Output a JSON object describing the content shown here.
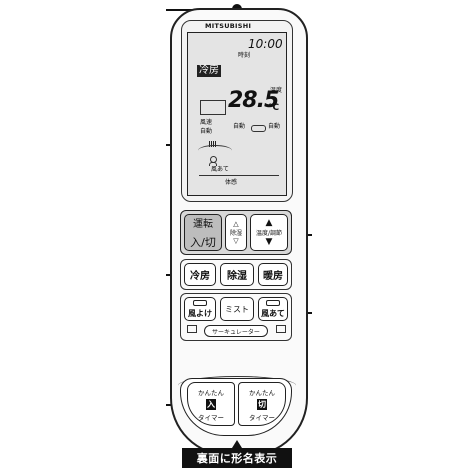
{
  "brand": "MITSUBISHI",
  "display": {
    "clock": "10:00",
    "clock_label": "時刻",
    "mode": "冷房",
    "temperature": "28.5",
    "temp_unit": "°C",
    "temp_label": "温度",
    "fan_speed_label": "風速",
    "auto_label": "自動",
    "auto_left": "自動",
    "auto_right": "自動",
    "airflow_label": "風あて",
    "sensation_label": "体感"
  },
  "buttons": {
    "run_top": "運転",
    "run_bottom": "入/切",
    "dehumid_small": "除湿",
    "temp_adjust": "温度/調節",
    "cool": "冷房",
    "dehumid": "除湿",
    "heat": "暖房",
    "wind_avoid": "風よけ",
    "mist": "ミスト",
    "wind_direct": "風あて",
    "circulator": "サーキュレーター",
    "timer_on_top": "かんたん",
    "timer_on_mark": "入",
    "timer_on_bottom": "タイマー",
    "timer_off_top": "かんたん",
    "timer_off_mark": "切",
    "timer_off_bottom": "タイマー"
  },
  "bottom_label": "裏面に形名表示"
}
